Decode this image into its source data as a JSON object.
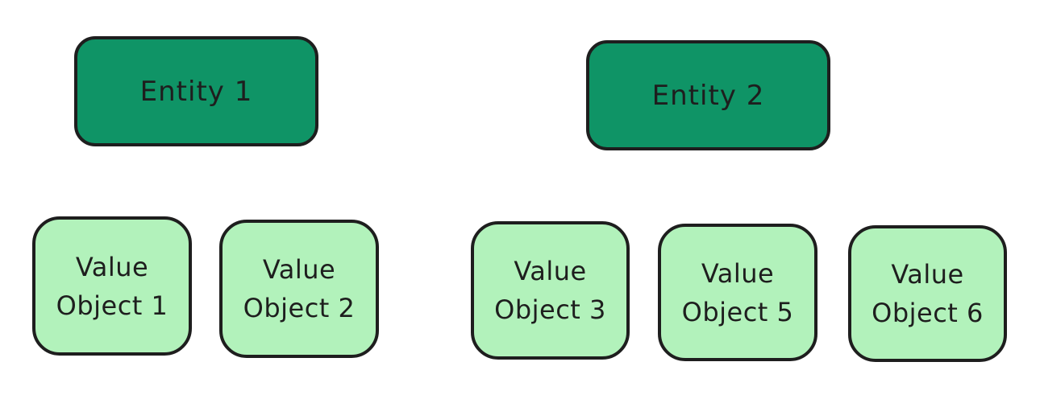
{
  "entities": [
    {
      "label": "Entity 1"
    },
    {
      "label": "Entity 2"
    }
  ],
  "value_objects": [
    {
      "line1": "Value",
      "line2": "Object 1"
    },
    {
      "line1": "Value",
      "line2": "Object 2"
    },
    {
      "line1": "Value",
      "line2": "Object 3"
    },
    {
      "line1": "Value",
      "line2": "Object 5"
    },
    {
      "line1": "Value",
      "line2": "Object 6"
    }
  ],
  "colors": {
    "entity_fill": "#0f9466",
    "value_object_fill": "#b2f2bb",
    "stroke": "#1e1e1e"
  }
}
